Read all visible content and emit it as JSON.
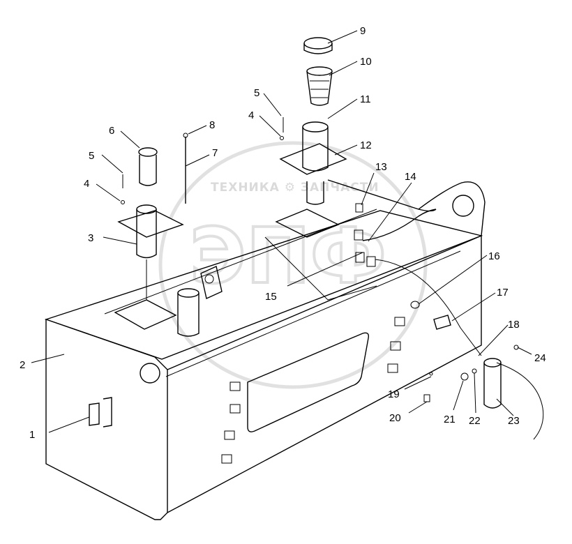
{
  "watermark": {
    "text": "ТЕХНИКА ⚙ ЗАПЧАСТИ",
    "logo_letters": "ЭПФ"
  },
  "callouts": [
    {
      "id": "1",
      "label": "1"
    },
    {
      "id": "2",
      "label": "2"
    },
    {
      "id": "3",
      "label": "3"
    },
    {
      "id": "4a",
      "label": "4"
    },
    {
      "id": "5a",
      "label": "5"
    },
    {
      "id": "6",
      "label": "6"
    },
    {
      "id": "7",
      "label": "7"
    },
    {
      "id": "8",
      "label": "8"
    },
    {
      "id": "5b",
      "label": "5"
    },
    {
      "id": "4b",
      "label": "4"
    },
    {
      "id": "9",
      "label": "9"
    },
    {
      "id": "10",
      "label": "10"
    },
    {
      "id": "11",
      "label": "11"
    },
    {
      "id": "12",
      "label": "12"
    },
    {
      "id": "13",
      "label": "13"
    },
    {
      "id": "14",
      "label": "14"
    },
    {
      "id": "15",
      "label": "15"
    },
    {
      "id": "16",
      "label": "16"
    },
    {
      "id": "17",
      "label": "17"
    },
    {
      "id": "18",
      "label": "18"
    },
    {
      "id": "19",
      "label": "19"
    },
    {
      "id": "20",
      "label": "20"
    },
    {
      "id": "21",
      "label": "21"
    },
    {
      "id": "22",
      "label": "22"
    },
    {
      "id": "23",
      "label": "23"
    },
    {
      "id": "24",
      "label": "24"
    }
  ]
}
